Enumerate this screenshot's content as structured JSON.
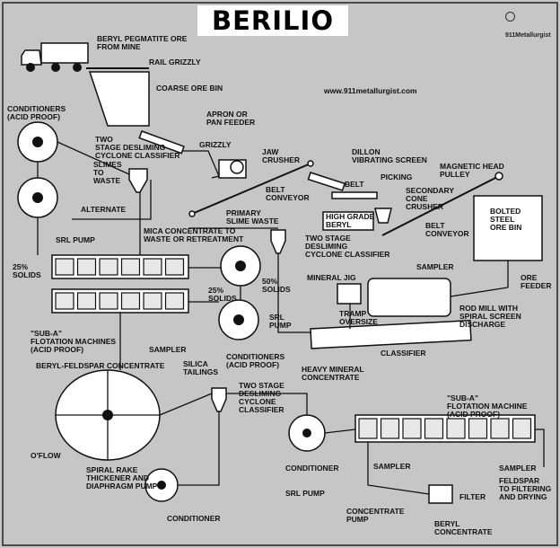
{
  "title": "BERILIO",
  "brand": "911Metallurgist",
  "website": "www.911metallurgist.com",
  "labels": {
    "beryl_ore": "BERYL PEGMATITE ORE\nFROM MINE",
    "rail_grizzly": "RAIL GRIZZLY",
    "coarse_ore_bin": "COARSE ORE BIN",
    "apron_feeder": "APRON OR\nPAN FEEDER",
    "grizzly": "GRIZZLY",
    "jaw_crusher": "JAW\nCRUSHER",
    "dillon_screen": "DILLON\nVIBRATING SCREEN",
    "magnetic_pulley": "MAGNETIC HEAD\nPULLEY",
    "belt_conveyor_1": "BELT\nCONVEYOR",
    "belt": "BELT",
    "picking": "PICKING",
    "secondary_cone": "SECONDARY\nCONE\nCRUSHER",
    "high_grade_beryl": "HIGH GRADE\nBERYL",
    "belt_conveyor_2": "BELT\nCONVEYOR",
    "ore_bin": "BOLTED\nSTEEL\nORE BIN",
    "conditioners_top": "CONDITIONERS\n(ACID PROOF)",
    "desliming_1": "TWO\nSTAGE DESLIMING\nCYCLONE CLASSIFIER",
    "slimes_waste": "SLIMES\nTO\nWASTE",
    "alternate": "ALTERNATE",
    "primary_slime": "PRIMARY\nSLIME WASTE",
    "srl_pump_1": "SRL PUMP",
    "mica": "MICA CONCENTRATE TO\nWASTE OR RETREATMENT",
    "desliming_2": "TWO STAGE\nDESLIMING\nCYCLONE CLASSIFIER",
    "solids_25_a": "25%\nSOLIDS",
    "solids_25_b": "25%\nSOLIDS",
    "solids_50": "50%\nSOLIDS",
    "srl_pump_2": "SRL\nPUMP",
    "mineral_jig": "MINERAL JIG",
    "tramp_oversize": "TRAMP\nOVERSIZE",
    "sampler_1": "SAMPLER",
    "ore_feeder": "ORE\nFEEDER",
    "rod_mill": "ROD MILL WITH\nSPIRAL SCREEN\nDISCHARGE",
    "flotation_sub_a": "\"SUB-A\"\nFLOTATION MACHINES\n(ACID PROOF)",
    "sampler_2": "SAMPLER",
    "silica": "SILICA\nTAILINGS",
    "conditioners_mid": "CONDITIONERS\n(ACID PROOF)",
    "classifier": "CLASSIFIER",
    "heavy_mineral": "HEAVY MINERAL\nCONCENTRATE",
    "beryl_feldspar": "BERYL-FELDSPAR CONCENTRATE",
    "desliming_3": "TWO STAGE\nDESLIMING\nCYCLONE\nCLASSIFIER",
    "flotation_machine_2": "\"SUB-A\"\nFLOTATION MACHINE\n(ACID PROOF)",
    "oflow": "O'FLOW",
    "spiral_rake": "SPIRAL RAKE\nTHICKENER AND\nDIAPHRAGM PUMP",
    "conditioner_1": "CONDITIONER",
    "conditioner_2": "CONDITIONER",
    "srl_pump_3": "SRL PUMP",
    "sampler_3": "SAMPLER",
    "sampler_4": "SAMPLER",
    "concentrate_pump": "CONCENTRATE\nPUMP",
    "filter": "FILTER",
    "beryl_concentrate": "BERYL\nCONCENTRATE",
    "feldspar": "FELDSPAR\nTO FILTERING\nAND DRYING"
  },
  "colors": {
    "background": "#c6c6c6",
    "ink": "#111111",
    "equipment": "#ffffff"
  }
}
